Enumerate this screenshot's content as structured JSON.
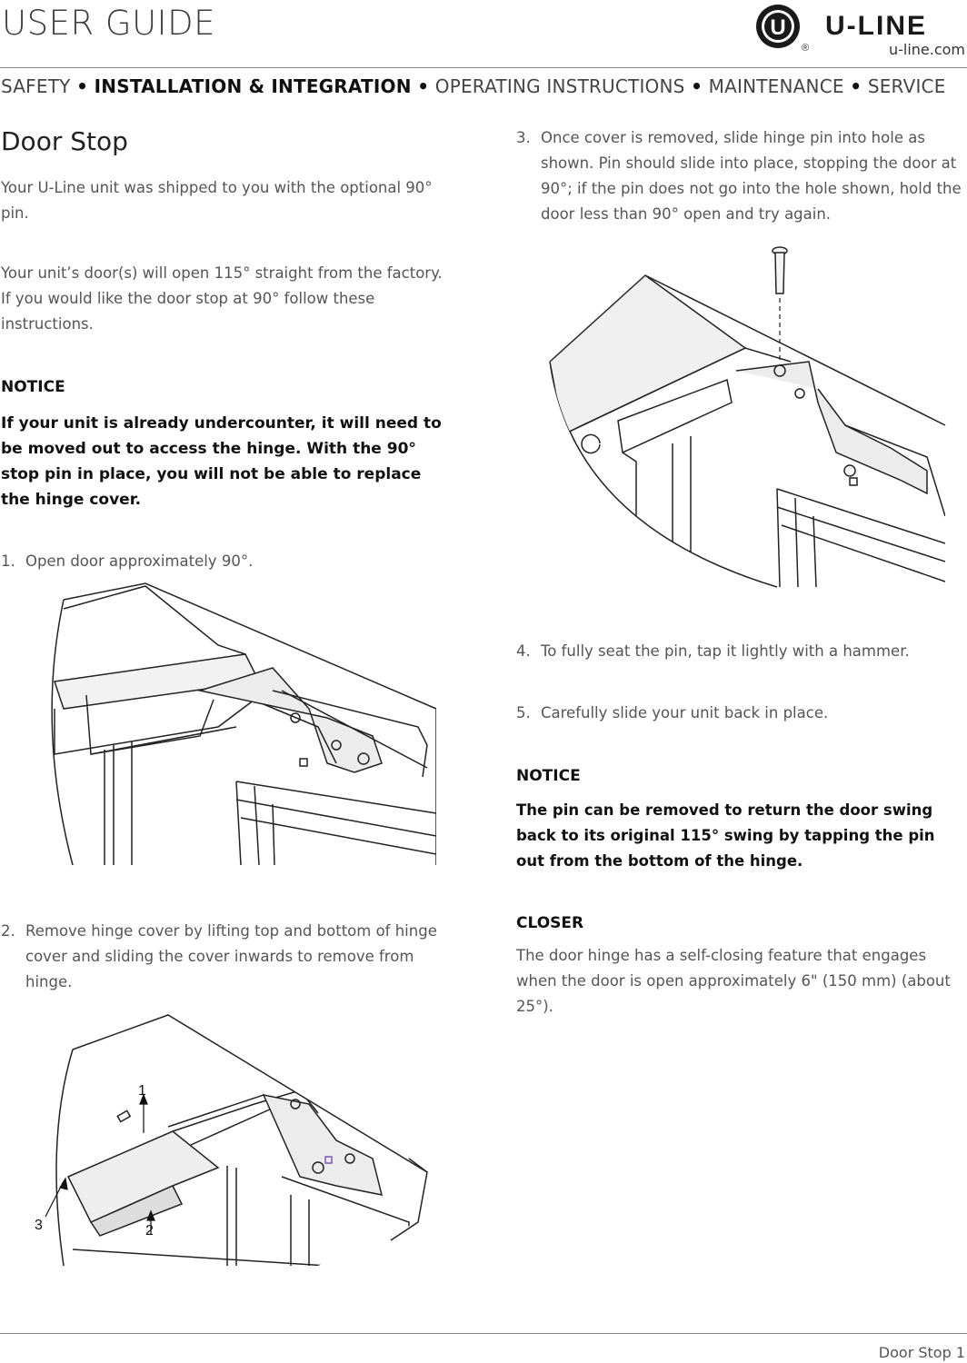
{
  "header": {
    "title": "USER GUIDE",
    "brand": "U-LINE",
    "logo_mark": "U",
    "registered": "®",
    "site": "u-line.com"
  },
  "nav": {
    "items": [
      "SAFETY",
      "INSTALLATION & INTEGRATION",
      "OPERATING INSTRUCTIONS",
      "MAINTENANCE",
      "SERVICE"
    ],
    "separator": "•"
  },
  "page": {
    "title": "Door Stop",
    "intro_1": "Your U-Line unit was shipped to you with the optional 90° pin.",
    "intro_2": "Your unit’s door(s) will open 115° straight from the factory. If you would like the door stop at 90° follow these instructions.",
    "notice_1_heading": "NOTICE",
    "notice_1_body": "If your unit is already undercounter, it will need to be moved out to access the hinge. With the 90° stop pin in place, you will not be able to replace the hinge cover.",
    "steps": [
      {
        "num": "1.",
        "text": "Open door approximately 90°."
      },
      {
        "num": "2.",
        "text": "Remove hinge cover by lifting top and bottom of hinge cover and sliding the cover inwards to remove from hinge."
      },
      {
        "num": "3.",
        "text": "Once cover is removed, slide hinge pin into hole as shown. Pin should slide into place, stopping the door at 90°; if the pin does not go into the hole shown, hold the door less than 90° open and try again."
      },
      {
        "num": "4.",
        "text": "To fully seat the pin, tap it lightly with a hammer."
      },
      {
        "num": "5.",
        "text": "Carefully slide your unit back in place."
      }
    ],
    "notice_2_heading": "NOTICE",
    "notice_2_body": "The pin can be removed to return the door swing back to its original 115° swing by tapping the pin out from the bottom of the hinge.",
    "closer_heading": "CLOSER",
    "closer_body": "The door hinge has a self-closing feature that engages when the door is open approximately 6\" (150 mm) (about 25°).",
    "figure_2_labels": [
      "1",
      "2",
      "3"
    ]
  },
  "footer": {
    "page_label": "Door Stop 1"
  }
}
